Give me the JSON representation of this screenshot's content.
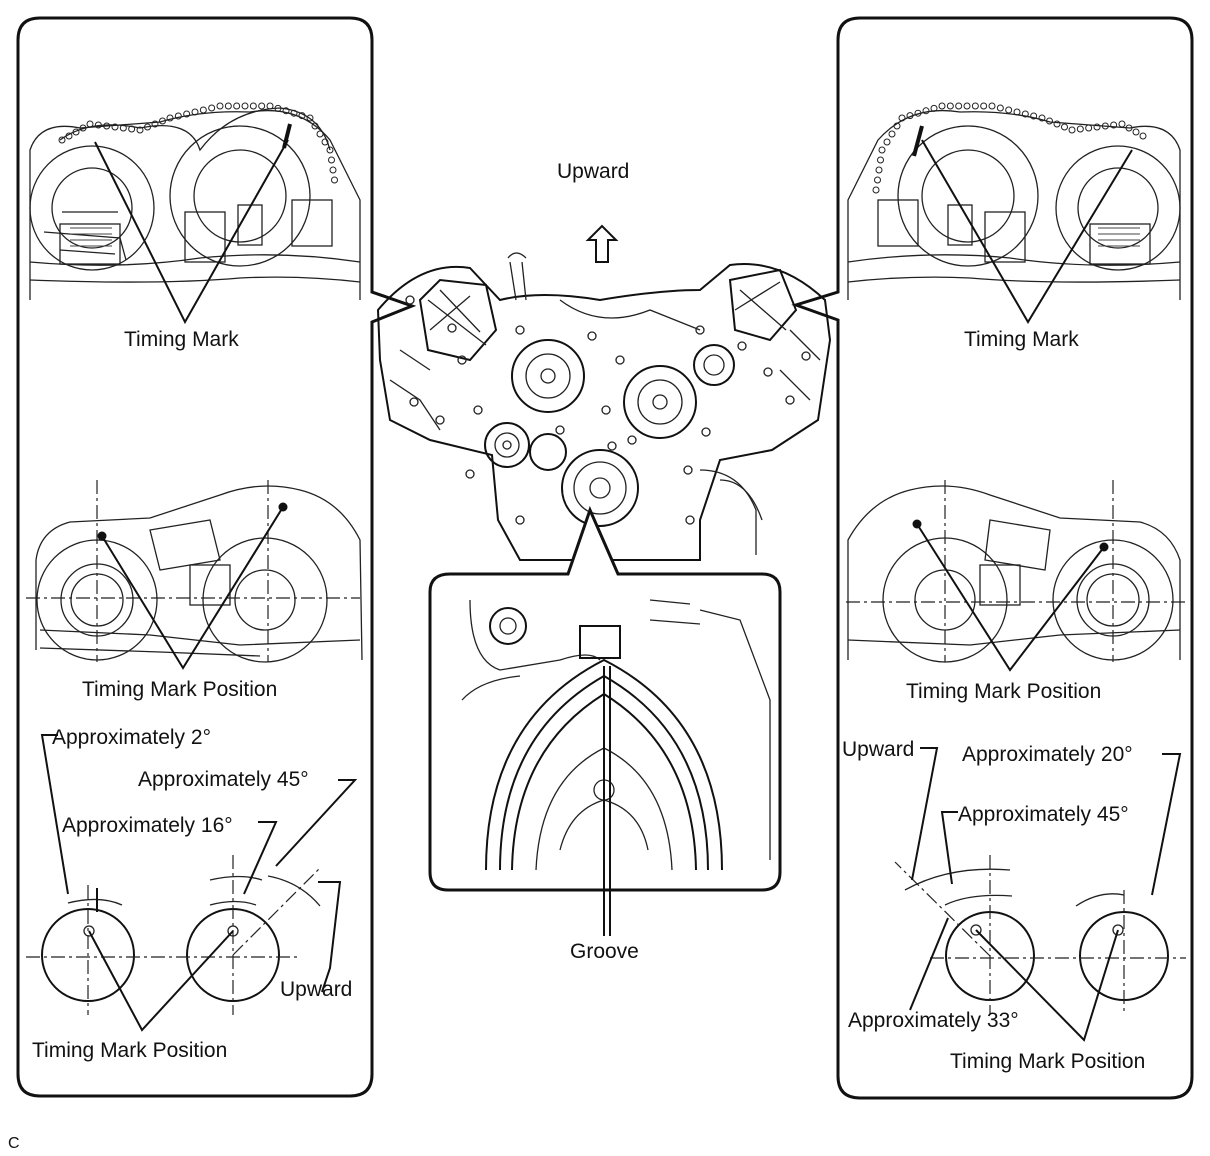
{
  "labels": {
    "upward_top": "Upward",
    "left_timing_mark": "Timing Mark",
    "right_timing_mark": "Timing Mark",
    "left_timing_mark_position_mid": "Timing Mark Position",
    "right_timing_mark_position_mid": "Timing Mark Position",
    "left_approx_2": "Approximately 2°",
    "left_approx_45": "Approximately 45°",
    "left_approx_16": "Approximately 16°",
    "left_upward": "Upward",
    "left_timing_mark_position_bottom": "Timing Mark Position",
    "groove": "Groove",
    "right_upward": "Upward",
    "right_approx_20": "Approximately 20°",
    "right_approx_45": "Approximately 45°",
    "right_approx_33": "Approximately 33°",
    "right_timing_mark_position_bottom": "Timing Mark Position",
    "corner_code": "C"
  }
}
